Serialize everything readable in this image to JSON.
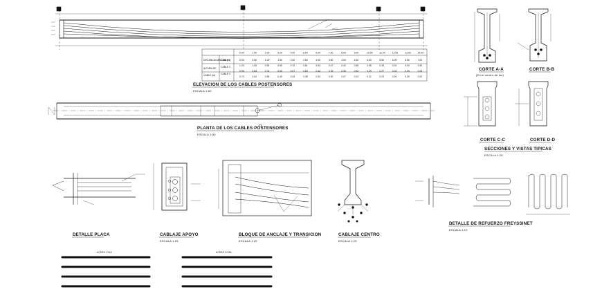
{
  "drawing": {
    "elevation": {
      "title": "ELEVACION DE LOS CABLES POSTENSORES",
      "scale": "ESCALA 1:50"
    },
    "plan": {
      "title": "PLANTA DE LOS CABLES POSTENSORES",
      "scale": "ESCALA 1:50"
    },
    "sections": {
      "corte_aa": "CORTE A-A",
      "corte_aa_note": "(En el centro de luz)",
      "corte_bb": "CORTE B-B",
      "corte_cc": "CORTE C-C",
      "corte_dd": "CORTE D-D",
      "group_title": "SECCIONES Y VISTAS TIPICAS",
      "group_scale": "ESCALA 1:25"
    },
    "details": {
      "placa": {
        "title": "DETALLE PLACA"
      },
      "apoyo": {
        "title": "CABLAJE APOYO",
        "scale": "ESCALA 1:25"
      },
      "bloque": {
        "title": "BLOQUE DE ANCLAJE Y TRANSICION",
        "scale": "ESCALA 1:25"
      },
      "centro": {
        "title": "CABLAJE CENTRO",
        "scale": "ESCALA 1:25"
      },
      "refuerzo": {
        "title": "DETALLE DE REFUERZO FREYSSINET",
        "scale": "ESCALA 1:10"
      }
    },
    "bottom": {
      "bars_left_title": "ACERO VIGA",
      "bars_right_title": "ACERO LOSA"
    }
  },
  "table": {
    "header_label": "DISTANCIA ABSCISA (m)",
    "row_labels": [
      "DISTANCIA ABSCISA (m)",
      "ALTURA DE",
      "CABLE (m)"
    ],
    "cable_labels": [
      "CABLE 1",
      "CABLE 2",
      "CABLE 3"
    ],
    "columns": [
      "0.00",
      "1.00",
      "2.00",
      "3.00",
      "4.00",
      "5.00",
      "6.00",
      "7.00",
      "8.00",
      "9.00",
      "10.00",
      "11.00",
      "12.00",
      "13.00",
      "14.00"
    ],
    "rows": [
      [
        "0.00",
        "0.50",
        "1.00",
        "1.50",
        "2.00",
        "2.50",
        "3.00",
        "3.50",
        "4.00",
        "4.50",
        "5.00",
        "5.50",
        "6.00",
        "6.50",
        "7.00"
      ],
      [
        "1.20",
        "1.05",
        "0.92",
        "0.80",
        "0.70",
        "0.61",
        "0.53",
        "0.47",
        "0.42",
        "0.38",
        "0.35",
        "0.33",
        "0.31",
        "0.30",
        "0.30"
      ],
      [
        "0.95",
        "0.84",
        "0.74",
        "0.65",
        "0.57",
        "0.50",
        "0.44",
        "0.39",
        "0.35",
        "0.32",
        "0.29",
        "0.27",
        "0.26",
        "0.25",
        "0.25"
      ],
      [
        "0.70",
        "0.62",
        "0.55",
        "0.49",
        "0.43",
        "0.38",
        "0.34",
        "0.30",
        "0.27",
        "0.24",
        "0.22",
        "0.21",
        "0.20",
        "0.20",
        "0.20"
      ]
    ]
  }
}
